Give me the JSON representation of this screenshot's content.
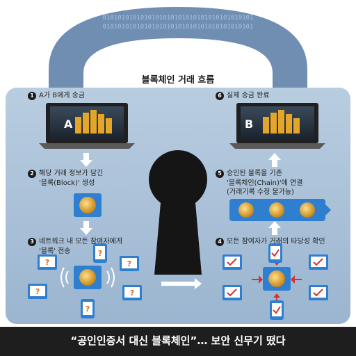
{
  "title": "블록체인 거래 흐름",
  "steps": [
    {
      "num": "1",
      "text": "A가 B에게 송금"
    },
    {
      "num": "2",
      "line1": "해당 거래 정보가 담긴",
      "line2": "'블록(Block)' 생성"
    },
    {
      "num": "3",
      "line1": "네트워크 내 모든 참여자에게",
      "line2": "'블록' 전송"
    },
    {
      "num": "4",
      "text": "모든 참여자가 거래의 타당성 확인"
    },
    {
      "num": "5",
      "line1": "승인된 블록을 기존",
      "line2": "'블록체인(Chain)'에 연결",
      "line3": "(거래기록 수정 불가능)"
    },
    {
      "num": "6",
      "text": "실제 송금 완료"
    }
  ],
  "laptop_a_label": "A",
  "laptop_b_label": "B",
  "question_mark": "?",
  "binary_text": "0101010101010101010101010101010101010101",
  "caption": "“공인인증서 대신 블록체인”… 보안 신무기 떴다",
  "colors": {
    "panel": "#a9c1d9",
    "shackle": "#6f8eb1",
    "accent_blue": "#2e7fd0",
    "coin": "#e3a52a",
    "check_red": "#d6322a",
    "q_orange": "#e06a1c"
  }
}
